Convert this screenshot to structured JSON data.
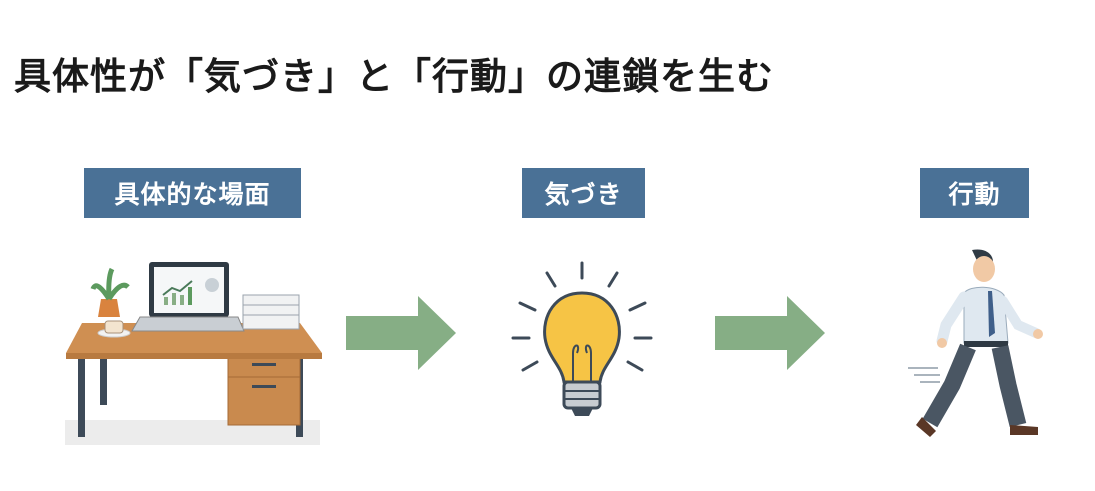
{
  "title": "具体性が「気づき」と「行動」の連鎖を生む",
  "steps": [
    {
      "label": "具体的な場面",
      "icon": "office-desk-icon"
    },
    {
      "label": "気づき",
      "icon": "lightbulb-icon"
    },
    {
      "label": "行動",
      "icon": "walking-person-icon"
    }
  ],
  "colors": {
    "badge": "#4a7196",
    "arrow": "#86ae85"
  }
}
